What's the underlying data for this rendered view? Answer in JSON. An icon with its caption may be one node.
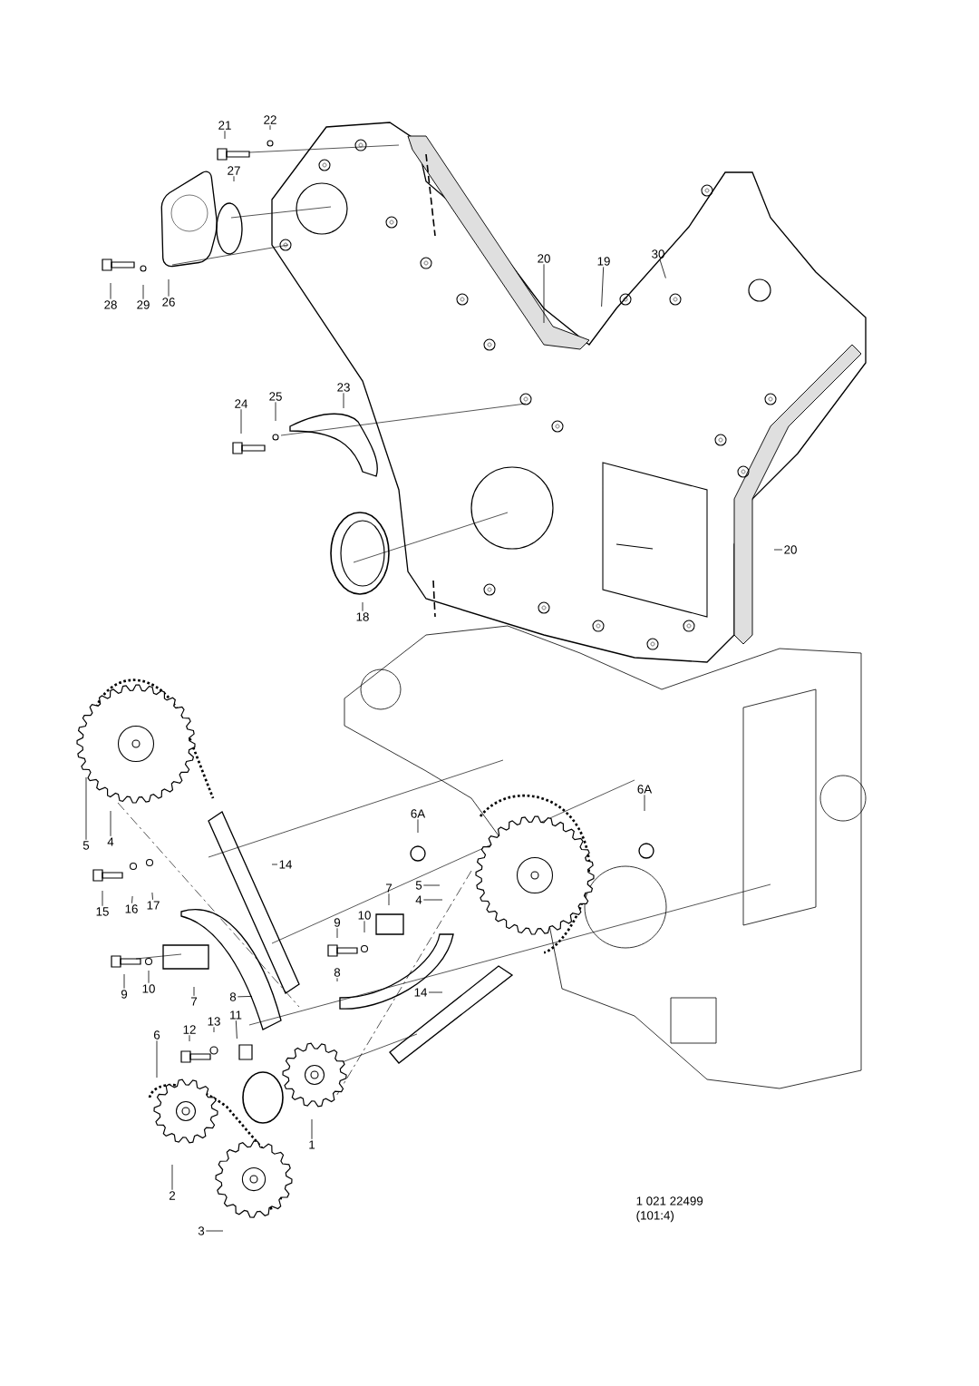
{
  "diagram": {
    "nodes": [
      {
        "text": [
          "21"
        ]
      },
      {
        "text": [
          "22"
        ]
      },
      {
        "text": [
          "27"
        ]
      },
      {
        "text": [
          "28"
        ]
      },
      {
        "text": [
          "29"
        ]
      },
      {
        "text": [
          "26"
        ]
      },
      {
        "text": [
          "20"
        ]
      },
      {
        "text": [
          "19"
        ]
      },
      {
        "text": [
          "30"
        ]
      },
      {
        "text": [
          "24"
        ]
      },
      {
        "text": [
          "25"
        ]
      },
      {
        "text": [
          "23"
        ]
      },
      {
        "text": [
          "18"
        ]
      },
      {
        "text": [
          "20"
        ]
      },
      {
        "text": [
          "5"
        ]
      },
      {
        "text": [
          "4"
        ]
      },
      {
        "text": [
          "14"
        ]
      },
      {
        "text": [
          "15"
        ]
      },
      {
        "text": [
          "16"
        ]
      },
      {
        "text": [
          "17"
        ]
      },
      {
        "text": [
          "6A"
        ]
      },
      {
        "text": [
          "6A"
        ]
      },
      {
        "text": [
          "5"
        ]
      },
      {
        "text": [
          "4"
        ]
      },
      {
        "text": [
          "7"
        ]
      },
      {
        "text": [
          "10"
        ]
      },
      {
        "text": [
          "9"
        ]
      },
      {
        "text": [
          "8"
        ]
      },
      {
        "text": [
          "14"
        ]
      },
      {
        "text": [
          "9"
        ]
      },
      {
        "text": [
          "10"
        ]
      },
      {
        "text": [
          "7"
        ]
      },
      {
        "text": [
          "8"
        ]
      },
      {
        "text": [
          "12"
        ]
      },
      {
        "text": [
          "13"
        ]
      },
      {
        "text": [
          "11"
        ]
      },
      {
        "text": [
          "6"
        ]
      },
      {
        "text": [
          "1"
        ]
      },
      {
        "text": [
          "2"
        ]
      },
      {
        "text": [
          "3"
        ]
      }
    ],
    "edges": [
      {
        "from": 0,
        "to": null,
        "arrow": "none"
      },
      {
        "from": 1,
        "to": null,
        "arrow": "none"
      },
      {
        "from": 2,
        "to": null,
        "arrow": "none"
      },
      {
        "from": 3,
        "to": null,
        "arrow": "none"
      },
      {
        "from": 4,
        "to": null,
        "arrow": "none"
      },
      {
        "from": 5,
        "to": null,
        "arrow": "none"
      },
      {
        "from": 6,
        "to": null,
        "arrow": "none"
      },
      {
        "from": 7,
        "to": null,
        "arrow": "none"
      },
      {
        "from": 8,
        "to": null,
        "arrow": "none"
      },
      {
        "from": 9,
        "to": null,
        "arrow": "none"
      },
      {
        "from": 10,
        "to": null,
        "arrow": "none"
      },
      {
        "from": 11,
        "to": null,
        "arrow": "none"
      },
      {
        "from": 12,
        "to": null,
        "arrow": "none"
      },
      {
        "from": 13,
        "to": null,
        "arrow": "none"
      },
      {
        "from": 14,
        "to": null,
        "arrow": "none"
      },
      {
        "from": 15,
        "to": null,
        "arrow": "none"
      },
      {
        "from": 16,
        "to": null,
        "arrow": "none"
      },
      {
        "from": 17,
        "to": null,
        "arrow": "none"
      },
      {
        "from": 18,
        "to": null,
        "arrow": "none"
      },
      {
        "from": 19,
        "to": null,
        "arrow": "none"
      },
      {
        "from": 20,
        "to": null,
        "arrow": "none"
      },
      {
        "from": 21,
        "to": null,
        "arrow": "none"
      },
      {
        "from": 22,
        "to": null,
        "arrow": "none"
      },
      {
        "from": 23,
        "to": null,
        "arrow": "none"
      },
      {
        "from": 24,
        "to": null,
        "arrow": "none"
      },
      {
        "from": 25,
        "to": null,
        "arrow": "none"
      },
      {
        "from": 26,
        "to": null,
        "arrow": "none"
      },
      {
        "from": 27,
        "to": null,
        "arrow": "none"
      },
      {
        "from": 28,
        "to": null,
        "arrow": "none"
      },
      {
        "from": 29,
        "to": null,
        "arrow": "none"
      },
      {
        "from": 30,
        "to": null,
        "arrow": "none"
      },
      {
        "from": 31,
        "to": null,
        "arrow": "none"
      },
      {
        "from": 32,
        "to": null,
        "arrow": "none"
      },
      {
        "from": 33,
        "to": null,
        "arrow": "none"
      },
      {
        "from": 34,
        "to": null,
        "arrow": "none"
      },
      {
        "from": 35,
        "to": null,
        "arrow": "none"
      },
      {
        "from": 36,
        "to": null,
        "arrow": "none"
      },
      {
        "from": 37,
        "to": null,
        "arrow": "none"
      },
      {
        "from": 38,
        "to": null,
        "arrow": "none"
      },
      {
        "from": 39,
        "to": null,
        "arrow": "none"
      }
    ],
    "labels": [
      "1 021 22499",
      "(101:4)"
    ]
  }
}
